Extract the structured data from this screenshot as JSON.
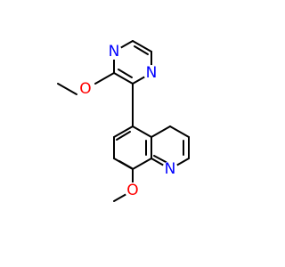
{
  "colors": {
    "bond": "#000000",
    "nitrogen": "#0000ff",
    "oxygen": "#ff0000",
    "background": "#ffffff"
  },
  "atom_labels": {
    "pyrazine_n4": "N",
    "pyrazine_n1": "N",
    "methoxy_o_top": "O",
    "quinoline_n": "N",
    "methoxy_o_bottom": "O"
  }
}
